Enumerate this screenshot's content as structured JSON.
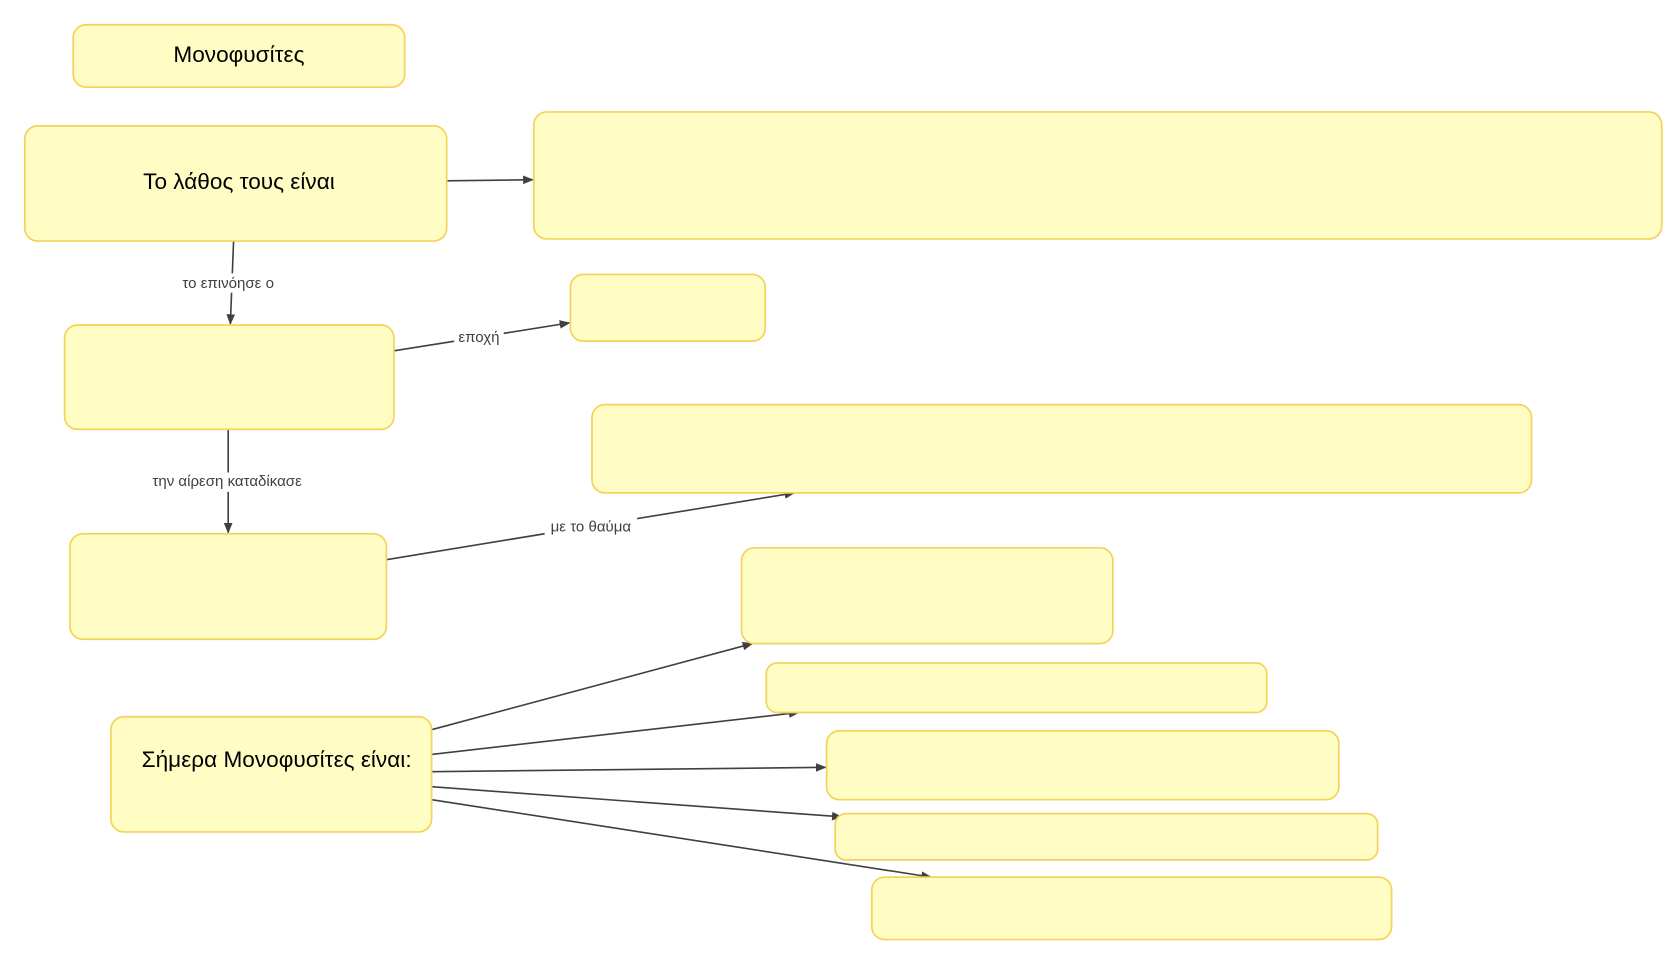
{
  "colors": {
    "node_fill": "#fffdc4",
    "node_border": "#f3d35c",
    "edge": "#404040"
  },
  "nodes": {
    "title": "Μονοφυσίτες",
    "error": "Το λάθος τους είναι",
    "today": "Σήμερα Μονοφυσίτες είναι:"
  },
  "edges": {
    "invented_by": "το επινόησε ο",
    "era": "εποχή",
    "condemned": "την αίρεση καταδίκασε",
    "miracle": "με το θαύμα"
  }
}
